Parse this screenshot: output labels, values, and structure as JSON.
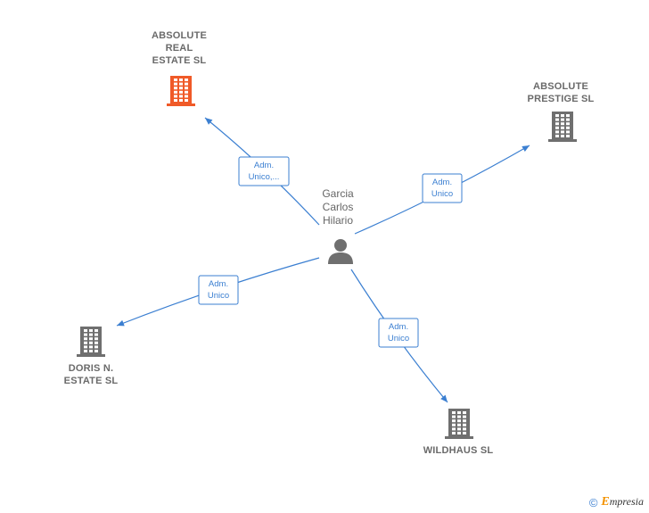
{
  "center": {
    "name": "Garcia\nCarlos\nHilario",
    "icon": "person-icon"
  },
  "companies": [
    {
      "id": "absolute-real-estate",
      "name": "ABSOLUTE\nREAL\nESTATE SL",
      "icon": "building-icon",
      "color": "#f05a28"
    },
    {
      "id": "absolute-prestige",
      "name": "ABSOLUTE\nPRESTIGE SL",
      "icon": "building-icon",
      "color": "#6f6f6f"
    },
    {
      "id": "doris-n-estate",
      "name": "DORIS N.\nESTATE SL",
      "icon": "building-icon",
      "color": "#6f6f6f"
    },
    {
      "id": "wildhaus",
      "name": "WILDHAUS SL",
      "icon": "building-icon",
      "color": "#6f6f6f"
    }
  ],
  "edges": [
    {
      "to": "absolute-real-estate",
      "label": "Adm.\nUnico,..."
    },
    {
      "to": "absolute-prestige",
      "label": "Adm.\nUnico"
    },
    {
      "to": "doris-n-estate",
      "label": "Adm.\nUnico"
    },
    {
      "to": "wildhaus",
      "label": "Adm.\nUnico"
    }
  ],
  "brand": {
    "copyright": "©",
    "initial": "E",
    "rest": "mpresia"
  },
  "colors": {
    "edge": "#3b7fd1",
    "highlight": "#f05a28",
    "building": "#6f6f6f",
    "person": "#6f6f6f"
  }
}
